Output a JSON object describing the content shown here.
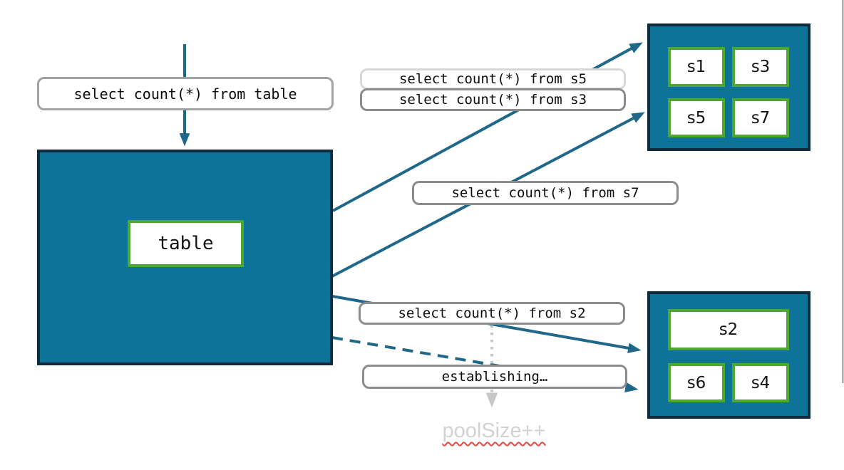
{
  "colors": {
    "teal_fill": "#0e7398",
    "teal_arrow": "#20688a",
    "dark_border": "#0d2b3c",
    "green_border": "#4ea72e",
    "gray_border": "#8c8c8c",
    "light_gray_border": "#d8d8d8",
    "mid_gray_border": "#a3a3a3",
    "dotted_gray": "#c7c7c7",
    "muted_text": "#d2d2d2",
    "squiggle_red": "#e04b3f",
    "edge_line": "#5a5a5a"
  },
  "query_flow": {
    "incoming_query": "select count(*) from table",
    "table_label": "table",
    "fanout_queries": [
      "select count(*) from s5",
      "select count(*) from s3",
      "select count(*) from s7",
      "select count(*) from s2"
    ],
    "establishing_label": "establishing…",
    "pool_size_label": "poolSize++"
  },
  "shard_groups": {
    "top": {
      "shards": [
        "s1",
        "s3",
        "s5",
        "s7"
      ]
    },
    "bottom": {
      "shards": [
        "s2",
        "s6",
        "s4"
      ]
    }
  }
}
